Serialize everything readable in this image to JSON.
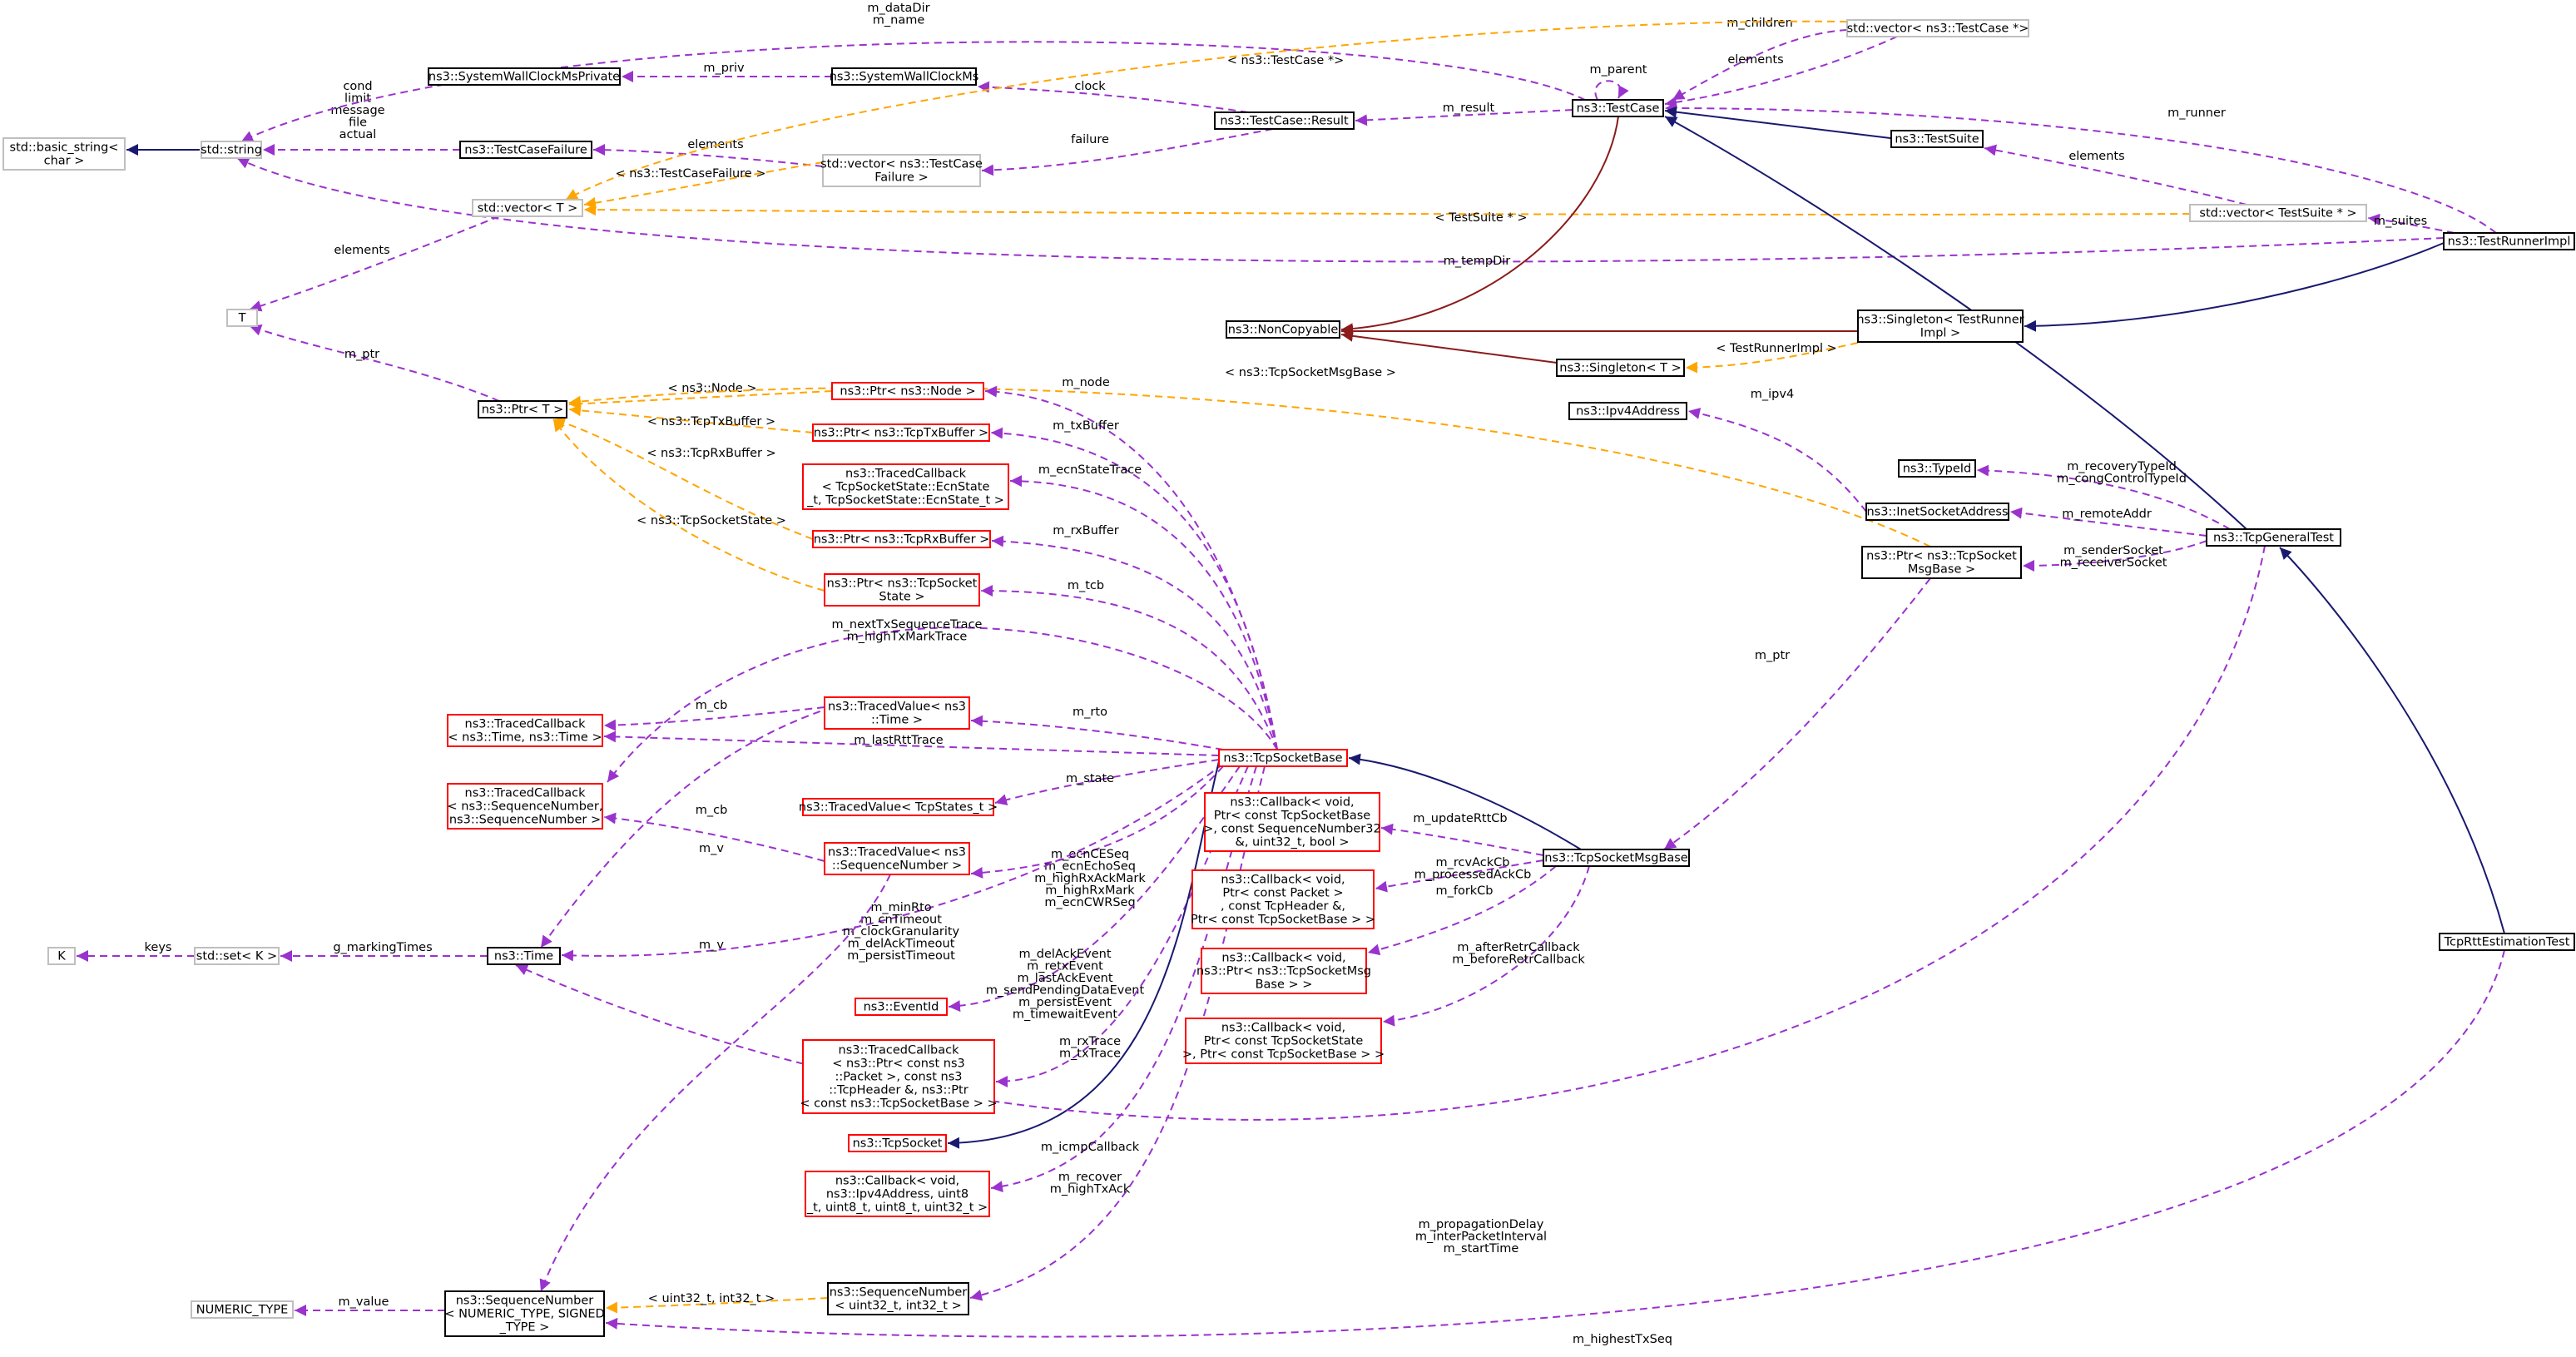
{
  "colors": {
    "normal_border": "#000000",
    "missing_border": "#ff0000",
    "external_border": "#bfbfbf",
    "selected_fill": "#bfbfbf",
    "usage_edge": "#9a32cd",
    "inherit_edge": "#191970",
    "private_inherit_edge": "#8b1a1a",
    "template_edge": "#ffa500"
  },
  "nodes": [
    {
      "id": "basic_string",
      "lines": [
        "std::basic_string<",
        "char >"
      ],
      "style": "external"
    },
    {
      "id": "string",
      "lines": [
        "std::string"
      ],
      "style": "external"
    },
    {
      "id": "syswallpriv",
      "lines": [
        "ns3::SystemWallClockMsPrivate"
      ],
      "style": "normal"
    },
    {
      "id": "syswall",
      "lines": [
        "ns3::SystemWallClockMs"
      ],
      "style": "normal"
    },
    {
      "id": "testcasefailure",
      "lines": [
        "ns3::TestCaseFailure"
      ],
      "style": "normal"
    },
    {
      "id": "vec_failure",
      "lines": [
        "std::vector< ns3::TestCase",
        "Failure >"
      ],
      "style": "external"
    },
    {
      "id": "vec_t",
      "lines": [
        "std::vector< T >"
      ],
      "style": "external"
    },
    {
      "id": "result",
      "lines": [
        "ns3::TestCase::Result"
      ],
      "style": "normal"
    },
    {
      "id": "testcase",
      "lines": [
        "ns3::TestCase"
      ],
      "style": "normal"
    },
    {
      "id": "vec_testcase",
      "lines": [
        "std::vector< ns3::TestCase *>"
      ],
      "style": "external"
    },
    {
      "id": "testsuite",
      "lines": [
        "ns3::TestSuite"
      ],
      "style": "normal"
    },
    {
      "id": "vec_suite",
      "lines": [
        "std::vector< TestSuite * >"
      ],
      "style": "external"
    },
    {
      "id": "runnerimpl",
      "lines": [
        "ns3::TestRunnerImpl"
      ],
      "style": "normal"
    },
    {
      "id": "T",
      "lines": [
        "T"
      ],
      "style": "external"
    },
    {
      "id": "noncopyable",
      "lines": [
        "ns3::NonCopyable"
      ],
      "style": "normal"
    },
    {
      "id": "singleton_runner",
      "lines": [
        "ns3::Singleton< TestRunner",
        "Impl >"
      ],
      "style": "normal"
    },
    {
      "id": "singleton_t",
      "lines": [
        "ns3::Singleton< T >"
      ],
      "style": "normal"
    },
    {
      "id": "ipv4address",
      "lines": [
        "ns3::Ipv4Address"
      ],
      "style": "normal"
    },
    {
      "id": "ptr_t",
      "lines": [
        "ns3::Ptr< T >"
      ],
      "style": "normal"
    },
    {
      "id": "ptr_node",
      "lines": [
        "ns3::Ptr< ns3::Node >"
      ],
      "style": "missing"
    },
    {
      "id": "ptr_txbuf",
      "lines": [
        "ns3::Ptr< ns3::TcpTxBuffer >"
      ],
      "style": "missing"
    },
    {
      "id": "tc_ecn",
      "lines": [
        "ns3::TracedCallback",
        "< TcpSocketState::EcnState",
        "_t, TcpSocketState::EcnState_t >"
      ],
      "style": "missing"
    },
    {
      "id": "ptr_rxbuf",
      "lines": [
        "ns3::Ptr< ns3::TcpRxBuffer >"
      ],
      "style": "missing"
    },
    {
      "id": "ptr_state",
      "lines": [
        "ns3::Ptr< ns3::TcpSocket",
        "State >"
      ],
      "style": "missing"
    },
    {
      "id": "typeid",
      "lines": [
        "ns3::TypeId"
      ],
      "style": "normal"
    },
    {
      "id": "inetsock",
      "lines": [
        "ns3::InetSocketAddress"
      ],
      "style": "normal"
    },
    {
      "id": "generaltest",
      "lines": [
        "ns3::TcpGeneralTest"
      ],
      "style": "normal"
    },
    {
      "id": "ptr_msgbase",
      "lines": [
        "ns3::Ptr< ns3::TcpSocket",
        "MsgBase >"
      ],
      "style": "normal"
    },
    {
      "id": "tc_time",
      "lines": [
        "ns3::TracedCallback",
        "< ns3::Time, ns3::Time >"
      ],
      "style": "missing"
    },
    {
      "id": "tv_time",
      "lines": [
        "ns3::TracedValue< ns3",
        "::Time >"
      ],
      "style": "missing"
    },
    {
      "id": "tc_seq",
      "lines": [
        "ns3::TracedCallback",
        "< ns3::SequenceNumber,",
        "ns3::SequenceNumber >"
      ],
      "style": "missing"
    },
    {
      "id": "tv_states",
      "lines": [
        "ns3::TracedValue< TcpStates_t >"
      ],
      "style": "missing"
    },
    {
      "id": "tcpsocketbase",
      "lines": [
        "ns3::TcpSocketBase"
      ],
      "style": "missing"
    },
    {
      "id": "cb_rtt",
      "lines": [
        "ns3::Callback< void,",
        "Ptr< const TcpSocketBase",
        ">, const SequenceNumber32",
        "&, uint32_t, bool >"
      ],
      "style": "missing"
    },
    {
      "id": "tv_seq",
      "lines": [
        "ns3::TracedValue< ns3",
        "::SequenceNumber >"
      ],
      "style": "missing"
    },
    {
      "id": "cb_ack",
      "lines": [
        "ns3::Callback< void,",
        "Ptr< const Packet >",
        ", const TcpHeader &,",
        "Ptr< const TcpSocketBase > >"
      ],
      "style": "missing"
    },
    {
      "id": "msgbase",
      "lines": [
        "ns3::TcpSocketMsgBase"
      ],
      "style": "normal"
    },
    {
      "id": "K",
      "lines": [
        "K"
      ],
      "style": "external"
    },
    {
      "id": "set_k",
      "lines": [
        "std::set< K >"
      ],
      "style": "external"
    },
    {
      "id": "time",
      "lines": [
        "ns3::Time"
      ],
      "style": "normal"
    },
    {
      "id": "cb_fork",
      "lines": [
        "ns3::Callback< void,",
        "ns3::Ptr< ns3::TcpSocketMsg",
        "Base > >"
      ],
      "style": "missing"
    },
    {
      "id": "eventid",
      "lines": [
        "ns3::EventId"
      ],
      "style": "missing"
    },
    {
      "id": "cb_retr",
      "lines": [
        "ns3::Callback< void,",
        "Ptr< const TcpSocketState",
        ">, Ptr< const TcpSocketBase > >"
      ],
      "style": "missing"
    },
    {
      "id": "tc_packet",
      "lines": [
        "ns3::TracedCallback",
        "< ns3::Ptr< const ns3",
        "::Packet >, const ns3",
        "::TcpHeader &, ns3::Ptr",
        "< const ns3::TcpSocketBase > >"
      ],
      "style": "missing"
    },
    {
      "id": "tcpsocket",
      "lines": [
        "ns3::TcpSocket"
      ],
      "style": "missing"
    },
    {
      "id": "cb_icmp",
      "lines": [
        "ns3::Callback< void,",
        "ns3::Ipv4Address, uint8",
        "_t, uint8_t, uint8_t, uint32_t >"
      ],
      "style": "missing"
    },
    {
      "id": "rttest",
      "lines": [
        "TcpRttEstimationTest"
      ],
      "style": "selected"
    },
    {
      "id": "numeric",
      "lines": [
        "NUMERIC_TYPE"
      ],
      "style": "external"
    },
    {
      "id": "seqnum_tpl",
      "lines": [
        "ns3::SequenceNumber",
        "< NUMERIC_TYPE, SIGNED",
        "_TYPE >"
      ],
      "style": "normal"
    },
    {
      "id": "seqnum_inst",
      "lines": [
        "ns3::SequenceNumber",
        "< uint32_t, int32_t >"
      ],
      "style": "normal"
    }
  ],
  "edges": [
    {
      "id": "e1",
      "kind": "inherit",
      "label": []
    },
    {
      "id": "e2",
      "kind": "usage",
      "label": [
        "cond",
        "limit",
        "message",
        "file",
        "actual"
      ]
    },
    {
      "id": "e3",
      "kind": "usage",
      "label": [
        "m_dataDir",
        "m_name"
      ]
    },
    {
      "id": "e4",
      "kind": "usage",
      "label": [
        "m_tempDir"
      ]
    },
    {
      "id": "e5",
      "kind": "usage",
      "label": [
        "m_priv"
      ]
    },
    {
      "id": "e6",
      "kind": "usage",
      "label": [
        "clock"
      ]
    },
    {
      "id": "e7",
      "kind": "usage",
      "label": [
        "elements"
      ]
    },
    {
      "id": "e8",
      "kind": "usage",
      "label": [
        "failure"
      ]
    },
    {
      "id": "e9",
      "kind": "usage",
      "label": [
        "m_result"
      ]
    },
    {
      "id": "e10",
      "kind": "usage",
      "label": [
        "m_parent"
      ]
    },
    {
      "id": "e11",
      "kind": "usage",
      "label": [
        "m_children"
      ]
    },
    {
      "id": "e12",
      "kind": "usage",
      "label": [
        "elements"
      ]
    },
    {
      "id": "e13",
      "kind": "usage",
      "label": [
        "m_runner"
      ]
    },
    {
      "id": "e14",
      "kind": "inherit",
      "label": []
    },
    {
      "id": "e15",
      "kind": "usage",
      "label": [
        "elements"
      ]
    },
    {
      "id": "e16",
      "kind": "usage",
      "label": [
        "m_suites"
      ]
    },
    {
      "id": "e17",
      "kind": "template",
      "label": [
        "< ns3::TestCase *>"
      ]
    },
    {
      "id": "e18",
      "kind": "template",
      "label": [
        "< ns3::TestCaseFailure >"
      ]
    },
    {
      "id": "e19",
      "kind": "template",
      "label": [
        "< TestSuite * >"
      ]
    },
    {
      "id": "e20",
      "kind": "usage",
      "label": [
        "elements"
      ]
    },
    {
      "id": "e21",
      "kind": "private",
      "label": []
    },
    {
      "id": "e22",
      "kind": "private",
      "label": []
    },
    {
      "id": "e23",
      "kind": "private",
      "label": []
    },
    {
      "id": "e24",
      "kind": "inherit",
      "label": []
    },
    {
      "id": "e25",
      "kind": "template",
      "label": [
        "< TestRunnerImpl >"
      ]
    },
    {
      "id": "e26",
      "kind": "inherit",
      "label": []
    },
    {
      "id": "e27",
      "kind": "inherit",
      "label": []
    },
    {
      "id": "e28",
      "kind": "usage",
      "label": [
        "m_ptr"
      ]
    },
    {
      "id": "e29",
      "kind": "template",
      "label": [
        "< ns3::Node >"
      ]
    },
    {
      "id": "e30",
      "kind": "template",
      "label": [
        "< ns3::TcpTxBuffer >"
      ]
    },
    {
      "id": "e31",
      "kind": "template",
      "label": [
        "< ns3::TcpRxBuffer >"
      ]
    },
    {
      "id": "e32",
      "kind": "template",
      "label": [
        "< ns3::TcpSocketState >"
      ]
    },
    {
      "id": "e33",
      "kind": "template",
      "label": [
        "< ns3::TcpSocketMsgBase >"
      ]
    },
    {
      "id": "e34",
      "kind": "usage",
      "label": [
        "m_ipv4"
      ]
    },
    {
      "id": "e35",
      "kind": "usage",
      "label": [
        "m_recoveryTypeId",
        "m_congControlTypeId"
      ]
    },
    {
      "id": "e36",
      "kind": "usage",
      "label": [
        "m_remoteAddr"
      ]
    },
    {
      "id": "e37",
      "kind": "usage",
      "label": [
        "m_senderSocket",
        "m_receiverSocket"
      ]
    },
    {
      "id": "e38",
      "kind": "usage",
      "label": [
        "m_node"
      ]
    },
    {
      "id": "e39",
      "kind": "usage",
      "label": [
        "m_txBuffer"
      ]
    },
    {
      "id": "e40",
      "kind": "usage",
      "label": [
        "m_ecnStateTrace"
      ]
    },
    {
      "id": "e41",
      "kind": "usage",
      "label": [
        "m_rxBuffer"
      ]
    },
    {
      "id": "e42",
      "kind": "usage",
      "label": [
        "m_tcb"
      ]
    },
    {
      "id": "e43",
      "kind": "usage",
      "label": [
        "m_nextTxSequenceTrace",
        "m_highTxMarkTrace"
      ]
    },
    {
      "id": "e44",
      "kind": "usage",
      "label": [
        "m_cb"
      ]
    },
    {
      "id": "e45",
      "kind": "usage",
      "label": [
        "m_lastRttTrace"
      ]
    },
    {
      "id": "e46",
      "kind": "usage",
      "label": [
        "m_rto"
      ]
    },
    {
      "id": "e47",
      "kind": "usage",
      "label": [
        "m_state"
      ]
    },
    {
      "id": "e48",
      "kind": "usage",
      "label": [
        "m_cb"
      ]
    },
    {
      "id": "e49",
      "kind": "usage",
      "label": [
        "m_ecnCESeq",
        "m_ecnEchoSeq",
        "m_highRxAckMark",
        "m_highRxMark",
        "m_ecnCWRSeq"
      ]
    },
    {
      "id": "e50",
      "kind": "usage",
      "label": [
        "m_v"
      ]
    },
    {
      "id": "e51",
      "kind": "usage",
      "label": [
        "m_minRto",
        "m_cnTimeout",
        "m_clockGranularity",
        "m_delAckTimeout",
        "m_persistTimeout"
      ]
    },
    {
      "id": "e52",
      "kind": "usage",
      "label": [
        "m_v"
      ]
    },
    {
      "id": "e53",
      "kind": "usage",
      "label": [
        "m_ptr"
      ]
    },
    {
      "id": "e54",
      "kind": "inherit",
      "label": []
    },
    {
      "id": "e55",
      "kind": "usage",
      "label": [
        "m_updateRttCb"
      ]
    },
    {
      "id": "e56",
      "kind": "usage",
      "label": [
        "m_rcvAckCb",
        "m_processedAckCb"
      ]
    },
    {
      "id": "e57",
      "kind": "usage",
      "label": [
        "m_forkCb"
      ]
    },
    {
      "id": "e58",
      "kind": "usage",
      "label": [
        "m_afterRetrCallback",
        "m_beforeRetrCallback"
      ]
    },
    {
      "id": "e59",
      "kind": "usage",
      "label": [
        "keys"
      ]
    },
    {
      "id": "e60",
      "kind": "usage",
      "label": [
        "g_markingTimes"
      ]
    },
    {
      "id": "e61",
      "kind": "usage",
      "label": [
        "m_delAckEvent",
        "m_retxEvent",
        "m_lastAckEvent",
        "m_sendPendingDataEvent",
        "m_persistEvent",
        "m_timewaitEvent"
      ]
    },
    {
      "id": "e62",
      "kind": "usage",
      "label": [
        "m_rxTrace",
        "m_txTrace"
      ]
    },
    {
      "id": "e63",
      "kind": "inherit",
      "label": []
    },
    {
      "id": "e64",
      "kind": "usage",
      "label": [
        "m_icmpCallback"
      ]
    },
    {
      "id": "e65",
      "kind": "usage",
      "label": [
        "m_recover",
        "m_highTxAck"
      ]
    },
    {
      "id": "e66",
      "kind": "usage",
      "label": [
        "m_propagationDelay",
        "m_interPacketInterval",
        "m_startTime"
      ]
    },
    {
      "id": "e67",
      "kind": "usage",
      "label": [
        "m_value"
      ]
    },
    {
      "id": "e68",
      "kind": "template",
      "label": [
        "< uint32_t, int32_t >"
      ]
    },
    {
      "id": "e69",
      "kind": "usage",
      "label": [
        "m_highestTxSeq"
      ]
    }
  ]
}
